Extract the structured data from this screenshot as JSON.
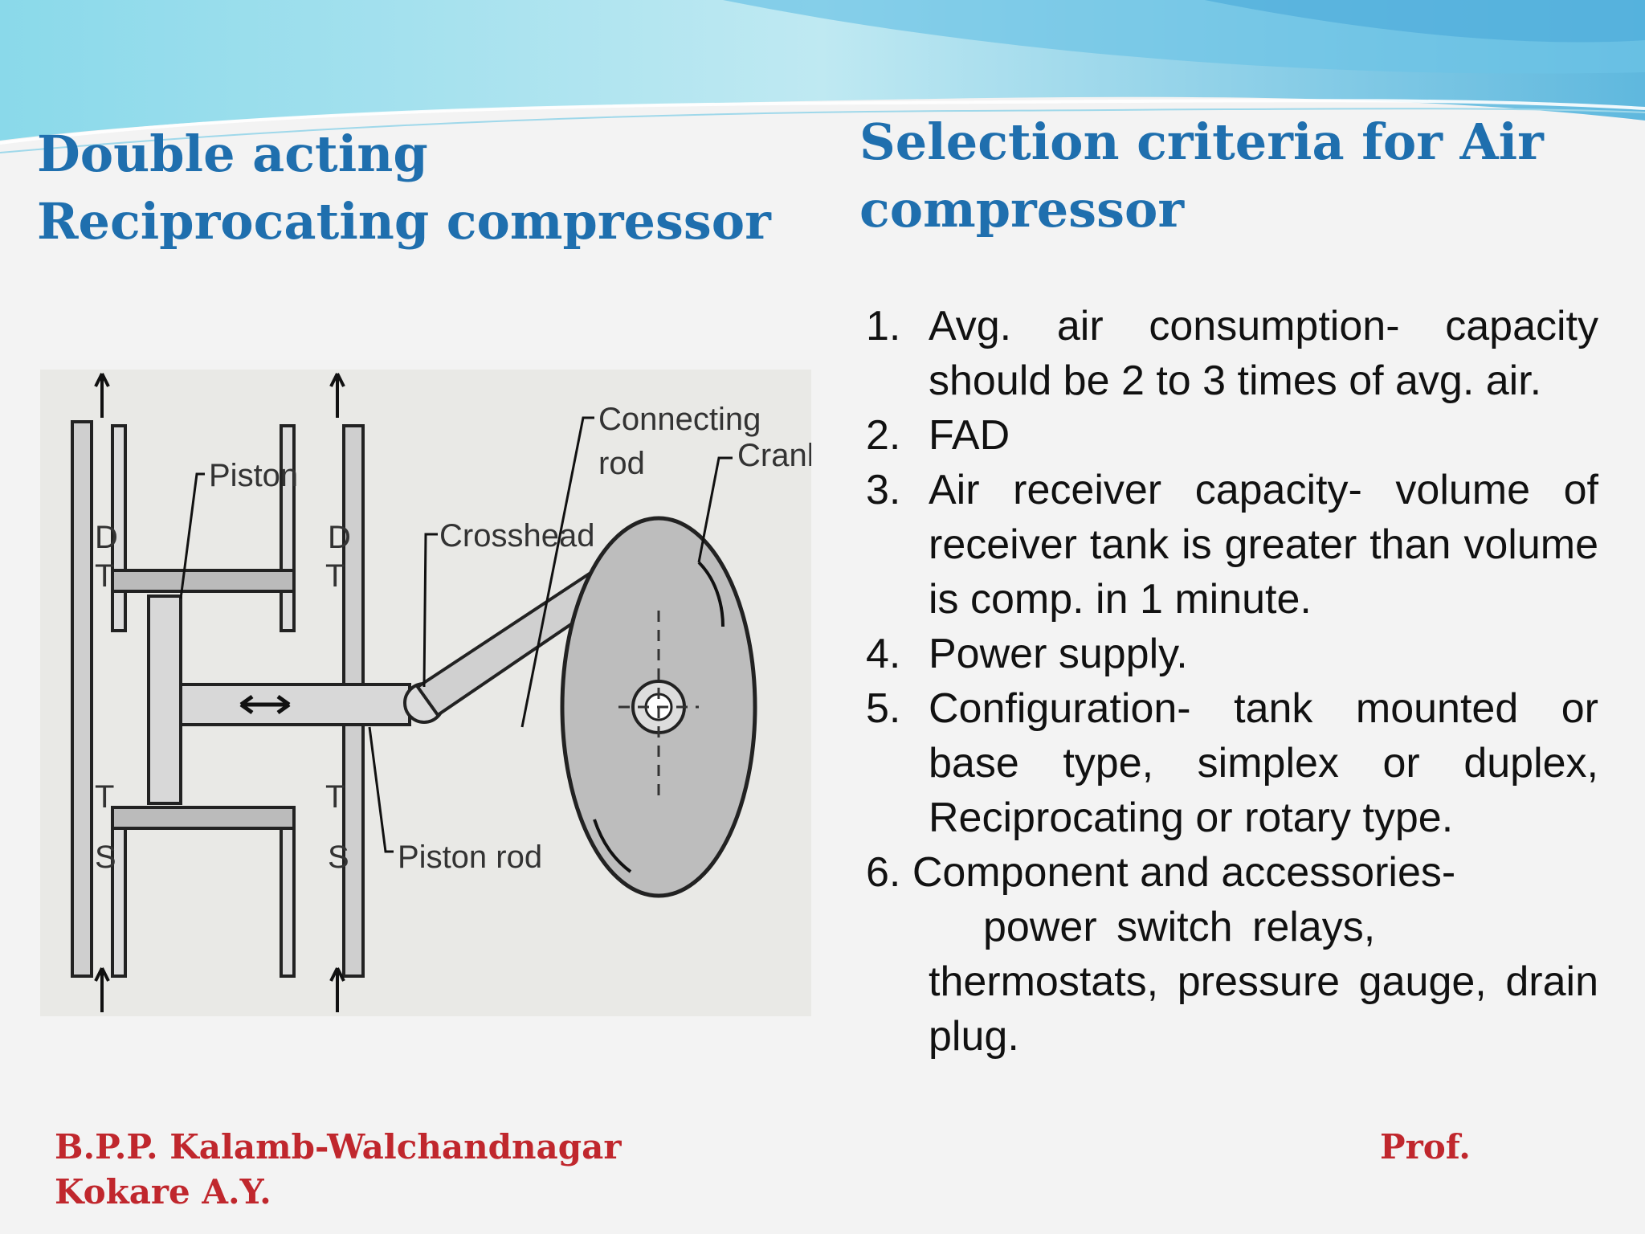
{
  "slide": {
    "title_left": "Double acting Reciprocating compressor",
    "title_right": "Selection criteria for Air compressor",
    "diagram": {
      "labels": {
        "piston": "Piston",
        "connecting_rod_1": "Connecting",
        "connecting_rod_2": "rod",
        "crank": "Crank",
        "crosshead": "Crosshead",
        "piston_rod": "Piston rod",
        "d": "D",
        "t": "T",
        "s": "S"
      }
    },
    "criteria": [
      {
        "num": "1.",
        "text": "Avg. air consumption- capacity should be 2 to 3 times of avg. air."
      },
      {
        "num": "2.",
        "text": "FAD"
      },
      {
        "num": "3.",
        "text": "Air receiver capacity- volume of receiver tank is greater than volume is comp. in 1 minute."
      },
      {
        "num": "4.",
        "text": "Power supply."
      },
      {
        "num": "5.",
        "text": "Configuration- tank mounted or base type, simplex or duplex, Reciprocating or rotary type."
      },
      {
        "num": "6.",
        "text": "Component and accessories-",
        "line2": "power switch relays,",
        "line3": "thermostats, pressure gauge, drain plug."
      }
    ],
    "footer": {
      "left_line1": "B.P.P. Kalamb-Walchandnagar",
      "left_line2": "Kokare A.Y.",
      "right": "Prof."
    }
  }
}
